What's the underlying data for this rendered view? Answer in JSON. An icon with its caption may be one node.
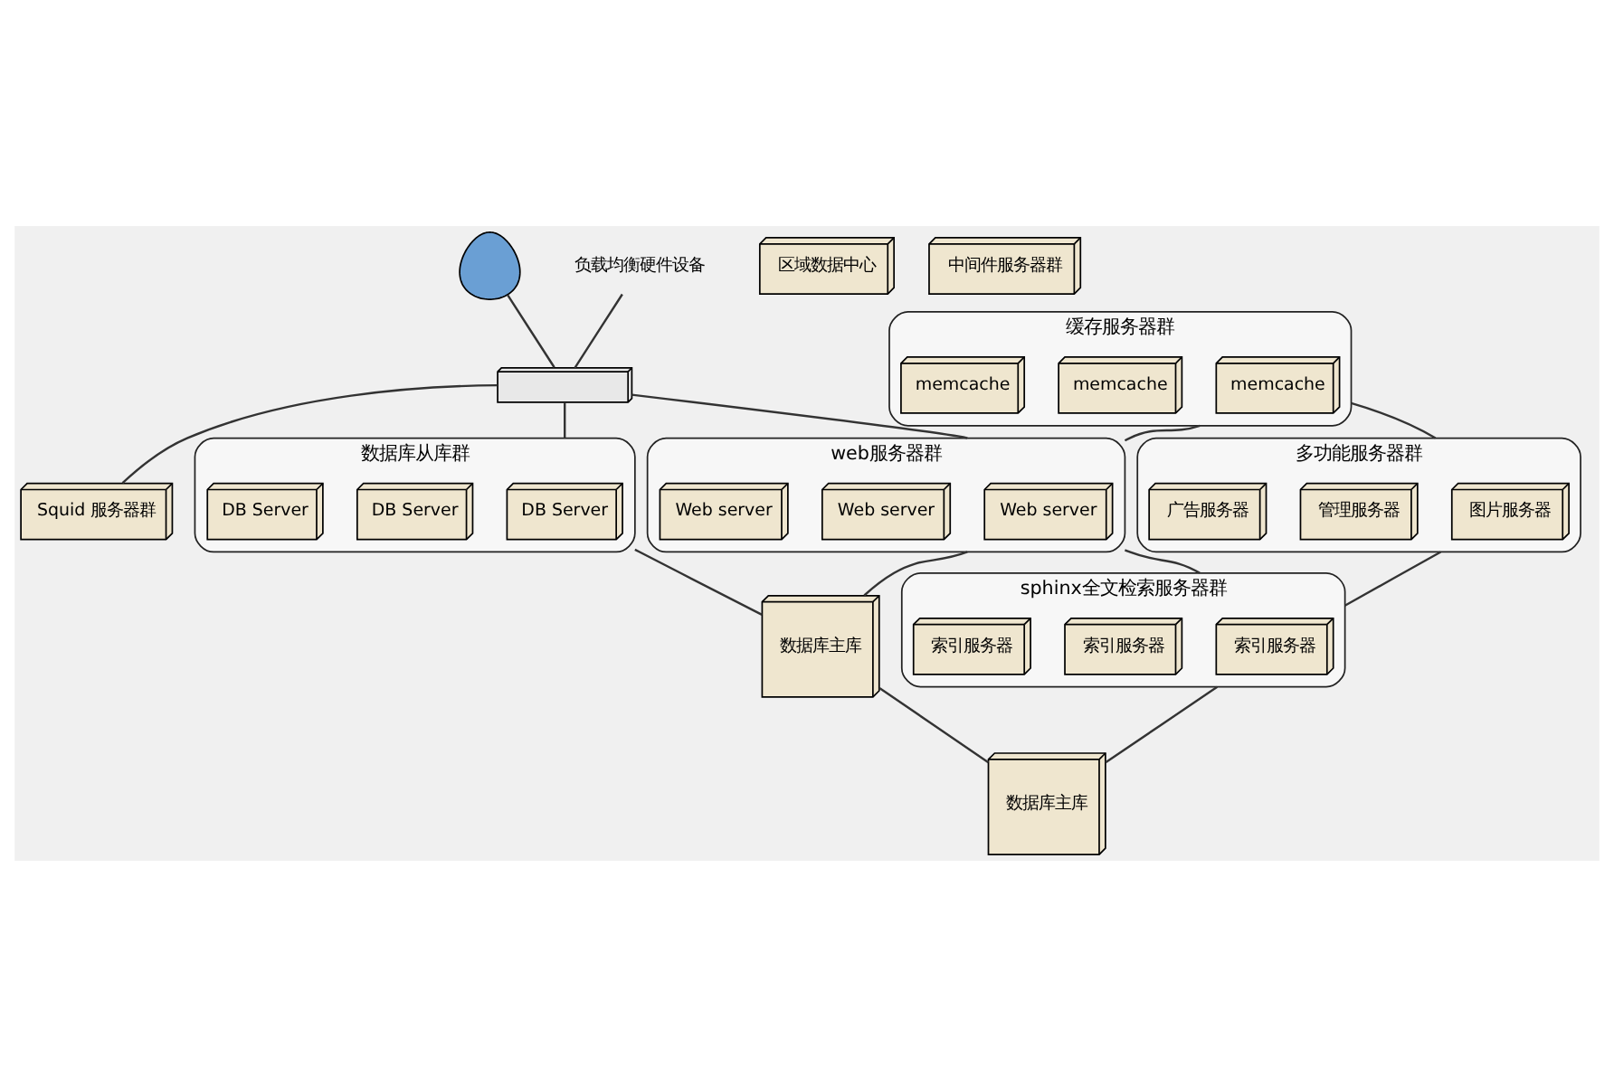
{
  "diagram": {
    "nodes": [
      {
        "text": [],
        "shape": "person"
      },
      {
        "text": [],
        "shape": "picture"
      },
      {
        "text": [
          "负载均衡硬件设备"
        ]
      },
      {
        "text": [
          "Squid 服务器群"
        ]
      },
      {
        "text": [
          "缓存服务器群"
        ]
      },
      {
        "text": [
          "memcache"
        ],
        "in": 4
      },
      {
        "text": [
          "memcache"
        ],
        "in": 4
      },
      {
        "text": [
          "memcache"
        ],
        "in": 4
      },
      {
        "text": [
          "多功能服务器群"
        ]
      },
      {
        "text": [
          "图片服务器"
        ],
        "in": 8
      },
      {
        "text": [
          "管理服务器"
        ],
        "in": 8
      },
      {
        "text": [
          "广告服务器"
        ],
        "in": 8
      },
      {
        "text": [
          "web服务器群"
        ]
      },
      {
        "text": [
          "Web server"
        ],
        "in": 12
      },
      {
        "text": [
          "Web server"
        ],
        "in": 12
      },
      {
        "text": [
          "Web server"
        ],
        "in": 12
      },
      {
        "text": [
          "sphinx全文检索服务器群"
        ]
      },
      {
        "text": [
          "索引服务器"
        ],
        "in": 16
      },
      {
        "text": [
          "索引服务器"
        ],
        "in": 16
      },
      {
        "text": [
          "索引服务器"
        ],
        "in": 16
      },
      {
        "text": [
          "数据库从库群"
        ]
      },
      {
        "text": [
          "DB Server"
        ],
        "in": 20
      },
      {
        "text": [
          "DB Server"
        ],
        "in": 20
      },
      {
        "text": [
          "DB Server"
        ],
        "in": 20
      },
      {
        "text": [
          "数据库主库"
        ]
      },
      {
        "text": [
          "数据库主库"
        ]
      },
      {
        "text": [
          "区域数据中心"
        ]
      },
      {
        "text": [
          "中间件服务器群"
        ]
      }
    ],
    "edges": [
      {
        "from": 0,
        "to": 1,
        "arrow": "none"
      },
      {
        "from": 2,
        "to": 1,
        "arrow": "none"
      },
      {
        "from": 1,
        "to": 3,
        "arrow": "none"
      },
      {
        "from": 1,
        "to": 12,
        "arrow": "none"
      },
      {
        "from": 1,
        "to": 20,
        "arrow": "none"
      },
      {
        "from": 4,
        "to": 8,
        "arrow": "none"
      },
      {
        "from": 4,
        "to": 12,
        "arrow": "none"
      },
      {
        "from": 8,
        "to": 16,
        "arrow": "none"
      },
      {
        "from": 12,
        "to": 16,
        "arrow": "none"
      },
      {
        "from": 12,
        "to": 24,
        "arrow": "none"
      },
      {
        "from": 16,
        "to": 25,
        "arrow": "none"
      },
      {
        "from": 20,
        "to": 24,
        "arrow": "none"
      },
      {
        "from": 24,
        "to": 25,
        "arrow": "none"
      }
    ]
  }
}
